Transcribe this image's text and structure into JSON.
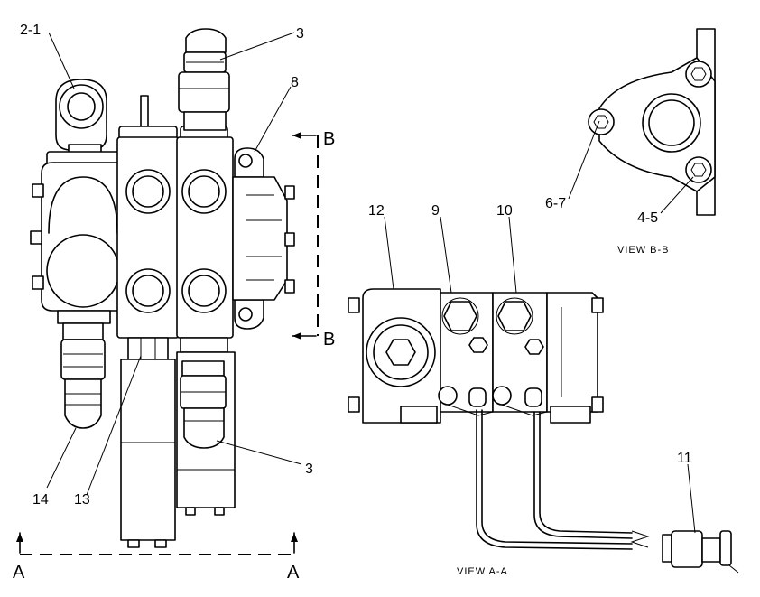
{
  "callouts": {
    "c2_1": "2-1",
    "c3_top": "3",
    "c8": "8",
    "c3_bottom": "3",
    "c14": "14",
    "c13": "13",
    "c12": "12",
    "c9": "9",
    "c10": "10",
    "c11": "11",
    "c6_7": "6-7",
    "c4_5": "4-5"
  },
  "section_markers": {
    "b_top": "B",
    "b_bottom": "B",
    "a_left": "A",
    "a_right": "A"
  },
  "view_captions": {
    "view_b": "VIEW B-B",
    "view_a": "VIEW A-A"
  }
}
